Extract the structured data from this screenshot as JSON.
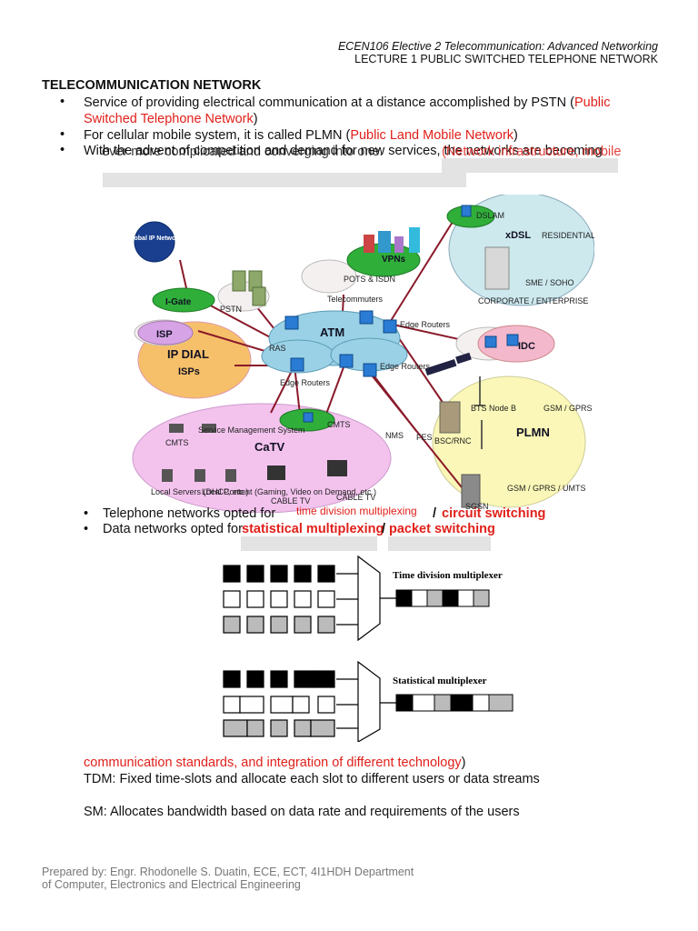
{
  "header": {
    "course": "ECEN106 Elective 2 Telecommunication: Advanced Networking",
    "lecture": "LECTURE 1 PUBLIC SWITCHED TELEPHONE NETWORK"
  },
  "title": "TELECOMMUNICATION NETWORK",
  "bullets": {
    "b1_text": "Service of providing electrical communication at a distance accomplished by PSTN (",
    "b1_red": "Public Switched Telephone Network",
    "b1_end": ")",
    "b2_text": "For cellular mobile system, it is called PLMN (",
    "b2_red": "Public Land Mobile Network",
    "b2_end": ")",
    "b3_text": "With the advent of competition and demand for new services, the networks are becoming",
    "b3_overlay": "ever more complicated and converging into one.",
    "b3_red": "(Network infrastructure, mobile"
  },
  "diagram": {
    "global_ip": "Global IP Network",
    "igate": "I-Gate",
    "pstn": "PSTN",
    "isp": "ISP",
    "ipdial": "IP DIAL",
    "isps": "ISPs",
    "ras": "RAS",
    "atm": "ATM",
    "edge_routers_1": "Edge Routers",
    "edge_routers_2": "Edge Routers",
    "edge_routers_3": "Edge Routers",
    "vpns": "VPNs",
    "pots": "POTS & ISDN",
    "telecommuters": "Telecommuters",
    "dslam": "DSLAM",
    "xdsl": "xDSL",
    "residential": "RESIDENTIAL",
    "sme": "SME / SOHO",
    "corporate": "CORPORATE / ENTERPRISE",
    "idc": "IDC",
    "bts": "BTS Node B",
    "gsm1": "GSM / GPRS / UMTS",
    "plmn": "PLMN",
    "bsc": "BSC/RNC",
    "fes": "FES",
    "gsm2": "GSM / GPRS / UMTS",
    "sgsn": "SGSN",
    "catv": "CaTV",
    "cmts1": "CMTS",
    "cmts2": "CMTS",
    "sms": "Service Management System",
    "local_servers": "Local Servers (DHCP, etc.)",
    "local_content": "Local Content (Gaming, Video on Demand, etc.)",
    "cable_tv_1": "CABLE TV",
    "cable_tv_2": "CABLE TV",
    "nms": "NMS"
  },
  "bullets2": {
    "tel_text": "Telephone networks opted for",
    "tel_red_small": "time division multiplexing",
    "tel_slash": "/",
    "tel_red": "circuit switching",
    "data_text": "Data networks opted for",
    "data_red": "statistical multiplexing",
    "data_slash": "/",
    "data_red2": "packet switching"
  },
  "mux": {
    "tdm_label": "Time division multiplexer",
    "stat_label": "Statistical multiplexer"
  },
  "notes": {
    "comm_red": "communication standards, and integration of different technology",
    "comm_end": ")",
    "tdm": "TDM: Fixed time-slots and allocate each slot to different users or data streams",
    "sm": "SM: Allocates bandwidth based on data rate and requirements of the users"
  },
  "footer": {
    "line1": "Prepared by: Engr. Rhodonelle S. Duatin, ECE, ECT, 4I1HDH Department",
    "line2": "of Computer, Electronics and Electrical Engineering"
  }
}
